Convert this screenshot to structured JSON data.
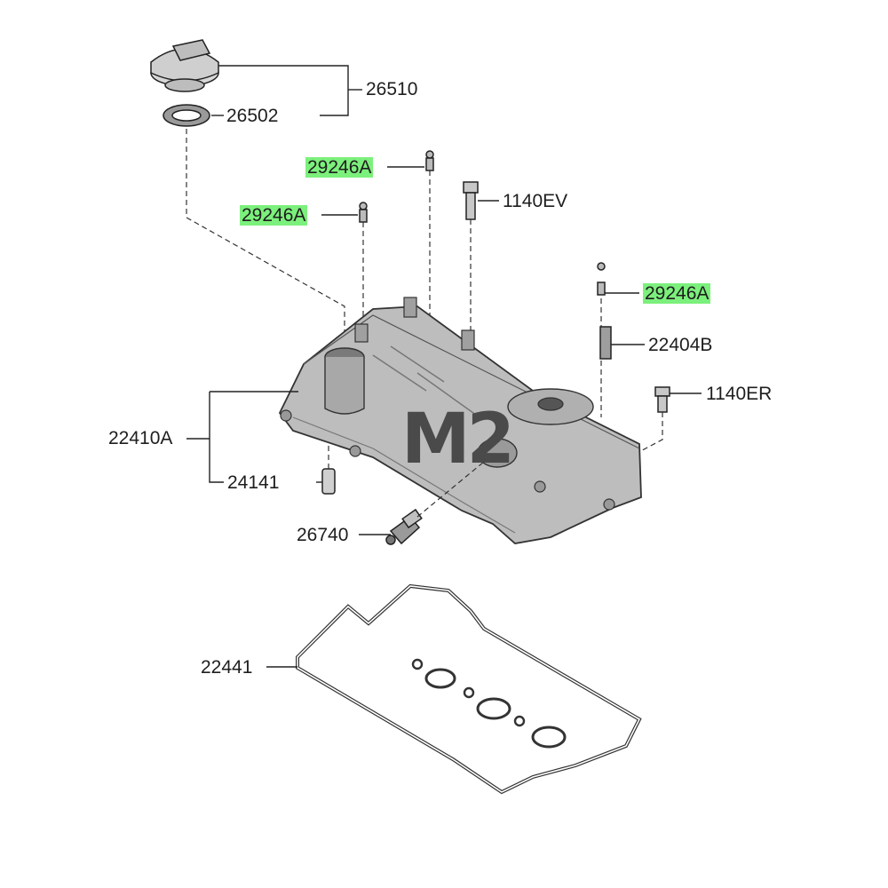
{
  "diagram": {
    "callouts": {
      "filler_cap": "26510",
      "cap_gasket": "26502",
      "baffle_bolt_top": "29246A",
      "baffle_bolt_left": "29246A",
      "baffle_bolt_right": "29246A",
      "bolt_ev": "1140EV",
      "bolt_er": "1140ER",
      "stud": "22404B",
      "cover_assembly": "22410A",
      "dowel_pin": "24141",
      "pcv_valve": "26740",
      "cover_gasket": "22441"
    },
    "highlight_color": "#7cf07c",
    "watermark": "M2"
  }
}
